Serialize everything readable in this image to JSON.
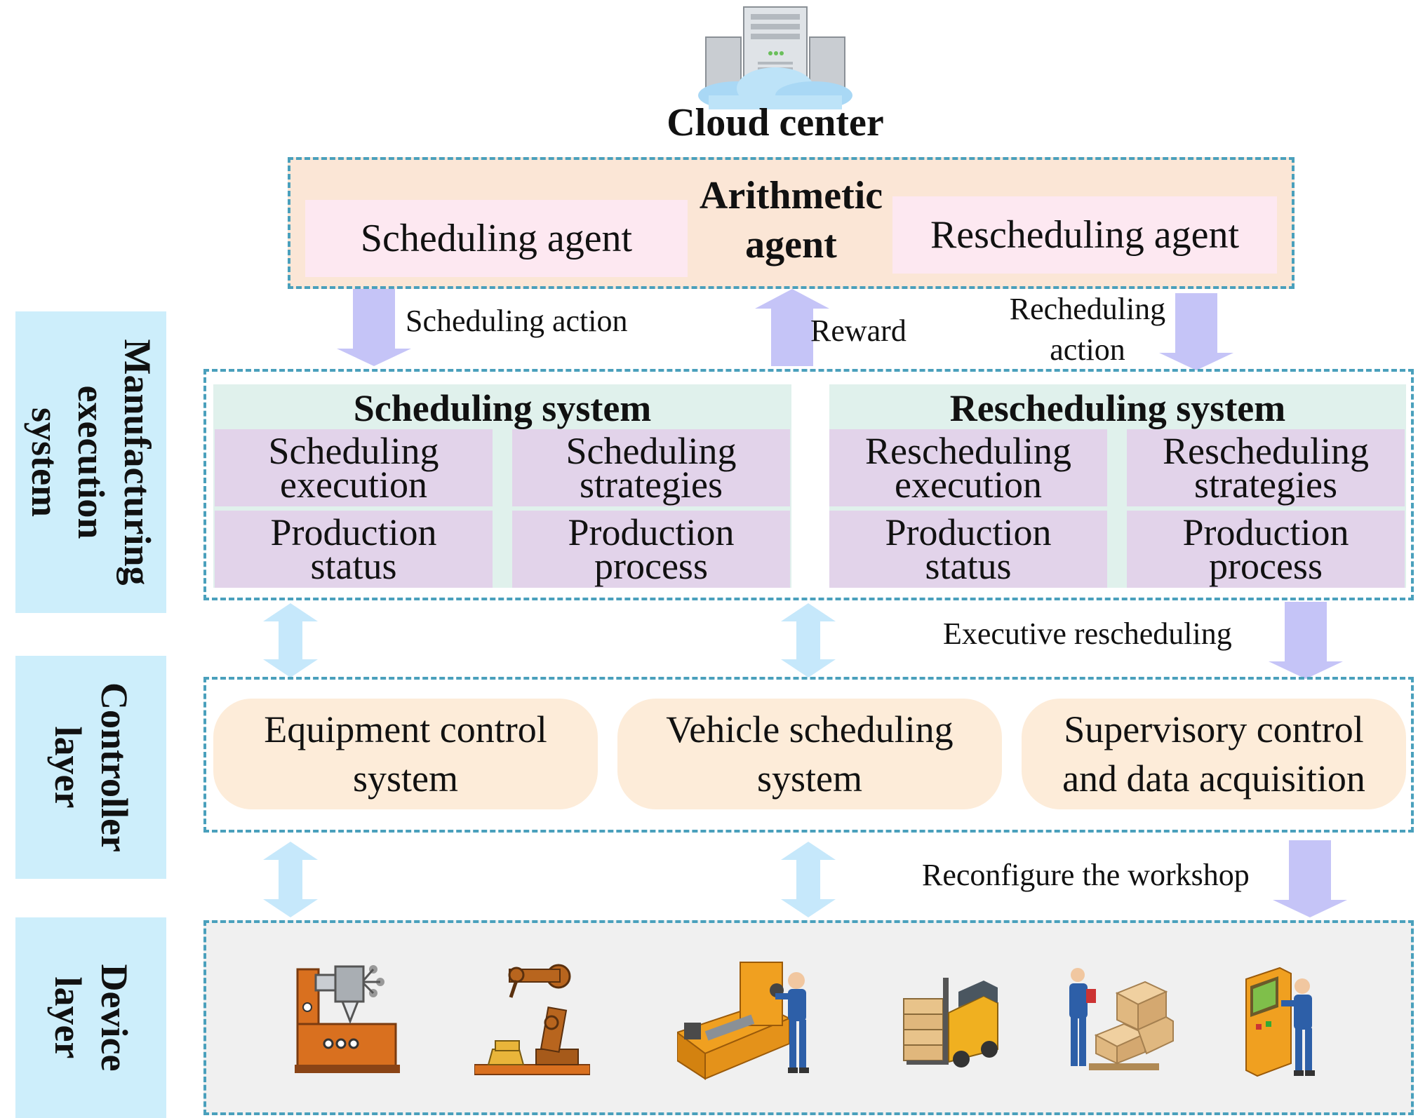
{
  "cloud": {
    "title": "Cloud center",
    "icon": "cloud-server-icon"
  },
  "arithmetic": {
    "center_line1": "Arithmetic",
    "center_line2": "agent",
    "scheduling_agent": "Scheduling agent",
    "rescheduling_agent": "Rescheduling  agent"
  },
  "flows": {
    "scheduling_action": "Scheduling action",
    "reward": "Reward",
    "rescheduling_action_line1": "Recheduling",
    "rescheduling_action_line2": "action",
    "executive_rescheduling": "Executive rescheduling",
    "reconfigure": "Reconfigure the workshop"
  },
  "layers": {
    "mes_line1": "Manufacturing",
    "mes_line2": "execution",
    "mes_line3": "system",
    "controller_line1": "Controller",
    "controller_line2": "layer",
    "device_line1": "Device",
    "device_line2": "layer"
  },
  "scheduling_system": {
    "title": "Scheduling system",
    "cells": [
      {
        "line1": "Scheduling",
        "line2": "execution"
      },
      {
        "line1": "Scheduling",
        "line2": "strategies"
      },
      {
        "line1": "Production",
        "line2": "status"
      },
      {
        "line1": "Production",
        "line2": "process"
      }
    ]
  },
  "rescheduling_system": {
    "title": "Rescheduling system",
    "cells": [
      {
        "line1": "Rescheduling",
        "line2": "execution"
      },
      {
        "line1": "Rescheduling",
        "line2": "strategies"
      },
      {
        "line1": "Production",
        "line2": "status"
      },
      {
        "line1": "Production",
        "line2": "process"
      }
    ]
  },
  "controllers": [
    {
      "line1": "Equipment control",
      "line2": "system"
    },
    {
      "line1": "Vehicle scheduling",
      "line2": "system"
    },
    {
      "line1": "Supervisory control",
      "line2": "and data acquisition"
    }
  ],
  "devices": [
    "drilling-machine-icon",
    "robot-arm-icon",
    "lathe-worker-icon",
    "forklift-icon",
    "warehouse-worker-icon",
    "control-panel-worker-icon"
  ],
  "colors": {
    "side_label": "#cdeefb",
    "dash_border": "#4aa0bc",
    "arithmetic_bg": "#fbe6d6",
    "agent_bg": "#fde8f1",
    "system_header_bg": "#e0f1ec",
    "cell_bg": "#e2d3ea",
    "controller_bg": "#fdecd9",
    "device_bg": "#f0f0f0",
    "purple_arrow": "#c5c4f7",
    "blue_arrow": "#c6e8fb"
  }
}
